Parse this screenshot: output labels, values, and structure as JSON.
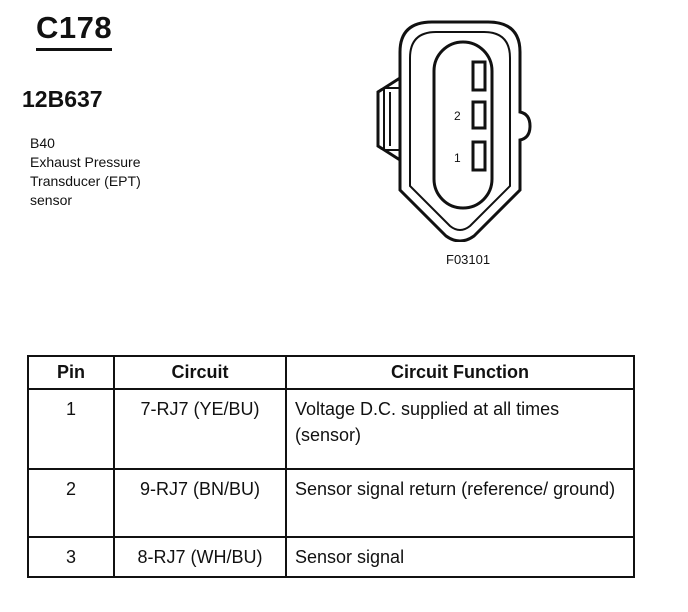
{
  "header": {
    "connector_id": "C178",
    "part_number": "12B637",
    "description_lines": [
      "B40",
      "Exhaust Pressure",
      "Transducer (EPT)",
      "sensor"
    ]
  },
  "diagram": {
    "figure_id": "F03101",
    "pin_labels": [
      "2",
      "1"
    ]
  },
  "table": {
    "headers": [
      "Pin",
      "Circuit",
      "Circuit Function"
    ],
    "rows": [
      {
        "pin": "1",
        "circuit": "7-RJ7 (YE/BU)",
        "function": "Voltage D.C. supplied at all times (sensor)"
      },
      {
        "pin": "2",
        "circuit": "9-RJ7 (BN/BU)",
        "function": "Sensor signal return (reference/ ground)"
      },
      {
        "pin": "3",
        "circuit": "8-RJ7 (WH/BU)",
        "function": "Sensor signal"
      }
    ]
  }
}
